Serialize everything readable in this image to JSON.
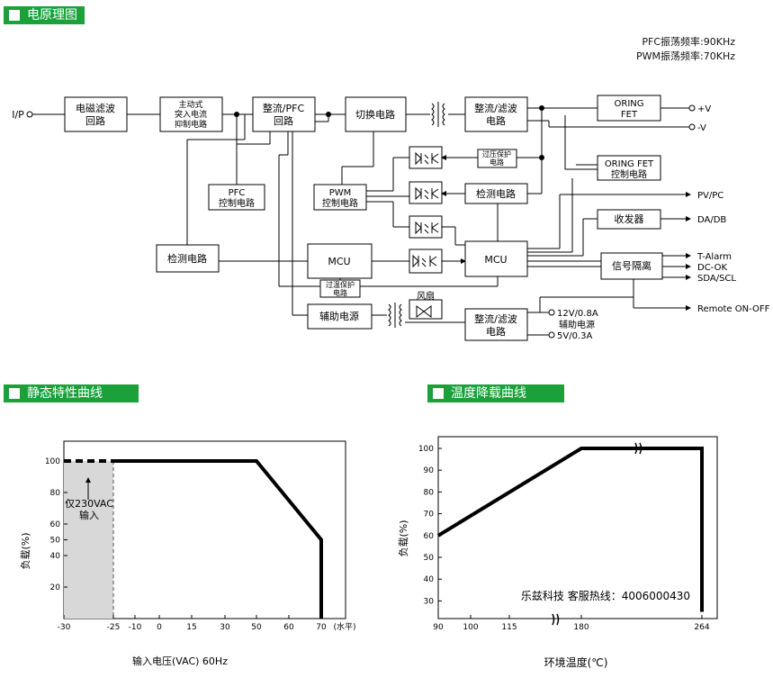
{
  "headers": {
    "schematic": "电原理图",
    "static": "静态特性曲线",
    "derating": "温度降载曲线"
  },
  "freq": {
    "pfc": "PFC振荡频率:90KHz",
    "pwm": "PWM振荡频率:70KHz"
  },
  "blocks": {
    "ip": "I/P",
    "emi": [
      "电磁滤波",
      "回路"
    ],
    "inrush": [
      "主动式",
      "突入电流",
      "抑制电路"
    ],
    "rect_pfc": [
      "整流/PFC",
      "回路"
    ],
    "switch": [
      "切换电路"
    ],
    "rect_filter1": [
      "整流/滤波",
      "电路"
    ],
    "oring_fet": [
      "ORING",
      "FET"
    ],
    "oring_ctrl": [
      "ORING FET",
      "控制电路"
    ],
    "ovp": [
      "过压保护",
      "电路"
    ],
    "pfc_ctrl": [
      "PFC",
      "控制电路"
    ],
    "pwm_ctrl": [
      "PWM",
      "控制电路"
    ],
    "detect2": [
      "检测电路"
    ],
    "detect1": [
      "检测电路"
    ],
    "mcu1": [
      "MCU"
    ],
    "mcu2": [
      "MCU"
    ],
    "otp": [
      "过温保护",
      "电路"
    ],
    "transceiver": [
      "收发器"
    ],
    "signal_iso": [
      "信号隔离"
    ],
    "aux": [
      "辅助电源"
    ],
    "fan": [
      "风扇"
    ],
    "rect_filter2": [
      "整流/滤波",
      "电路"
    ]
  },
  "outputs": {
    "pos_v": "+V",
    "neg_v": "-V",
    "pvpc": "PV/PC",
    "dadb": "DA/DB",
    "talarm": "T-Alarm",
    "dcok": "DC-OK",
    "sdascl": "SDA/SCL",
    "remote": "Remote ON-OFF",
    "aux12": "12V/0.8A",
    "aux_label": "辅助电源",
    "aux5": "5V/0.3A"
  },
  "static_chart": {
    "chart_data": {
      "type": "line",
      "xlabel": "输入电压(VAC) 60Hz",
      "ylabel": "负载(%)",
      "x_ticks": [
        "-30",
        "-25",
        "-10",
        "0",
        "15",
        "30",
        "50",
        "60",
        "70"
      ],
      "x_unit": "(水平)",
      "y_ticks": [
        "100",
        "80",
        "60",
        "50",
        "40",
        "20"
      ],
      "shade_label": [
        "仅230VAC",
        "输入"
      ],
      "series": [
        {
          "points": [
            [
              -30,
              100
            ],
            [
              -25,
              100
            ]
          ],
          "style": "dashed"
        },
        {
          "points": [
            [
              -25,
              100
            ],
            [
              50,
              100
            ],
            [
              70,
              50
            ],
            [
              70,
              0
            ]
          ],
          "style": "solid"
        }
      ]
    }
  },
  "derating_chart": {
    "chart_data": {
      "type": "line",
      "xlabel": "环境温度(℃)",
      "ylabel": "负载(%)",
      "x_ticks": [
        "90",
        "100",
        "115",
        "180",
        "264"
      ],
      "y_ticks": [
        "100",
        "90",
        "80",
        "70",
        "60",
        "50",
        "40",
        "30"
      ],
      "series": [
        {
          "points": [
            [
              90,
              60
            ],
            [
              180,
              100
            ],
            [
              264,
              100
            ],
            [
              264,
              25
            ]
          ]
        }
      ],
      "watermark": "乐兹科技 客服热线：4006000430"
    }
  }
}
